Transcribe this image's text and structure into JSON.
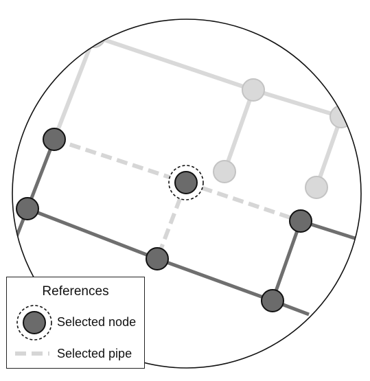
{
  "colors": {
    "unselected": "#d9d9d9",
    "unselected_stroke": "#c3c3c3",
    "network": "#6f6f6f",
    "node_fill": "#6b6b6b",
    "node_stroke": "#111111"
  },
  "legend": {
    "title": "References",
    "selected_node_label": "Selected node",
    "selected_pipe_label": "Selected pipe"
  }
}
